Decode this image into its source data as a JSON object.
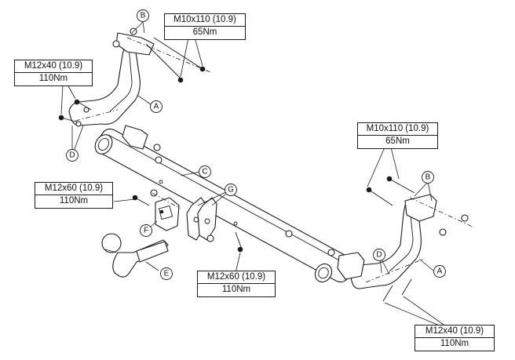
{
  "callouts": {
    "a": "A",
    "b": "B",
    "c": "C",
    "d": "D",
    "e": "E",
    "f": "F",
    "g": "G"
  },
  "specs": {
    "m10_top": {
      "size": "M10x110 (10.9)",
      "torque": "65Nm"
    },
    "m12x40_left": {
      "size": "M12x40 (10.9)",
      "torque": "110Nm"
    },
    "m12x60_left": {
      "size": "M12x60 (10.9)",
      "torque": "110Nm"
    },
    "m12x60_center": {
      "size": "M12x60 (10.9)",
      "torque": "110Nm"
    },
    "m10_right": {
      "size": "M10x110 (10.9)",
      "torque": "65Nm"
    },
    "m12x40_right": {
      "size": "M12x40 (10.9)",
      "torque": "110Nm"
    }
  }
}
